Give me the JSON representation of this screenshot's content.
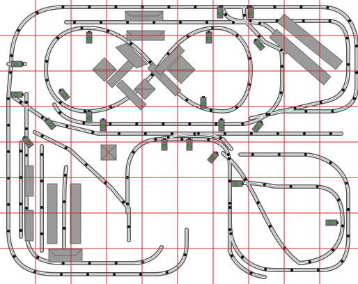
{
  "diagram": {
    "kind": "model-railroad-track-plan",
    "colors": {
      "grid": "#d8262e",
      "rail": "#555555",
      "tie_joint": "#111111",
      "building": "#9a9a9a",
      "signal_body": "#7a7a7a",
      "signal_lamp": "#3aa64a",
      "background": "#ffffff"
    },
    "grid": {
      "columns": 10,
      "rows": 8,
      "cell": 51
    },
    "signal_count": 20,
    "building_count": 16,
    "icons": {
      "signal": "block-signal-icon",
      "building": "building-icon"
    }
  }
}
